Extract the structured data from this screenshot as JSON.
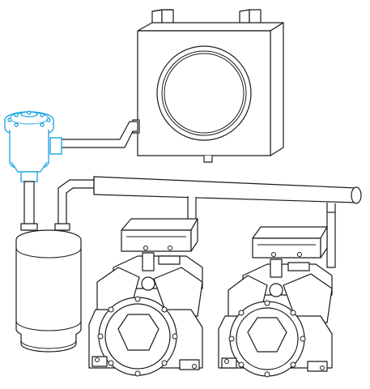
{
  "diagram": {
    "components": [
      {
        "id": "heat-exchanger",
        "label": ""
      },
      {
        "id": "oil-separator",
        "label": "",
        "highlight_color": "#29a9e0"
      },
      {
        "id": "liquid-receiver",
        "label": ""
      },
      {
        "id": "compressor-left",
        "label": ""
      },
      {
        "id": "compressor-right",
        "label": ""
      },
      {
        "id": "suction-header",
        "label": ""
      }
    ],
    "colors": {
      "line": "#1a1a1a",
      "highlight": "#29a9e0",
      "background": "#ffffff"
    }
  }
}
